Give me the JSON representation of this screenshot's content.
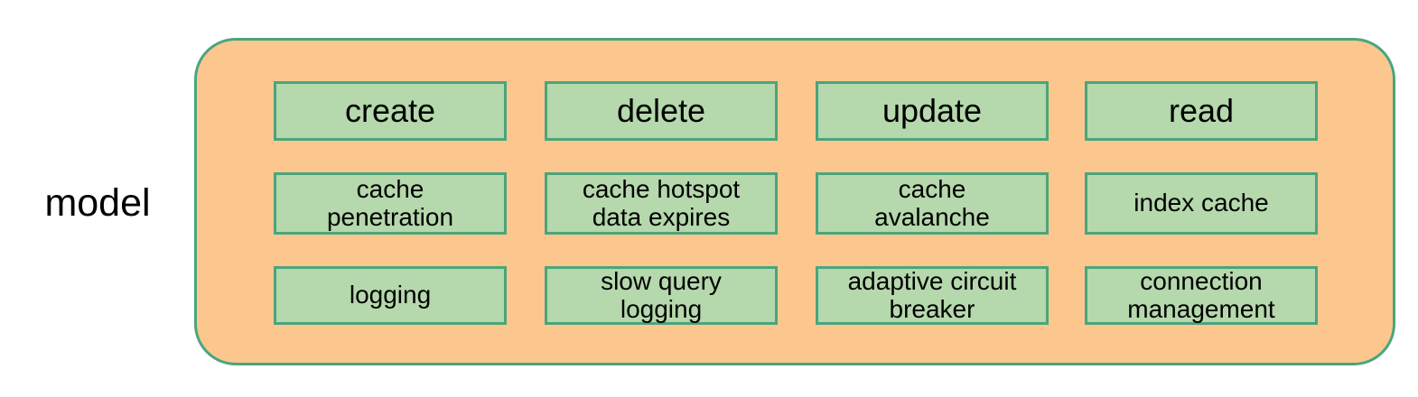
{
  "diagram": {
    "side_label": "model",
    "colors": {
      "container_fill": "#fcc78f",
      "container_border": "#4aa57c",
      "box_fill": "#b5d8ac",
      "box_border": "#4aa57c",
      "text": "#000000",
      "background": "#ffffff"
    },
    "columns": [
      {
        "operation": "create",
        "cache_item": {
          "line1": "cache",
          "line2": "penetration"
        },
        "support_item": {
          "line1": "logging",
          "line2": ""
        }
      },
      {
        "operation": "delete",
        "cache_item": {
          "line1": "cache hotspot",
          "line2": "data expires"
        },
        "support_item": {
          "line1": "slow query",
          "line2": "logging"
        }
      },
      {
        "operation": "update",
        "cache_item": {
          "line1": "cache",
          "line2": "avalanche"
        },
        "support_item": {
          "line1": "adaptive circuit",
          "line2": "breaker"
        }
      },
      {
        "operation": "read",
        "cache_item": {
          "line1": "index cache",
          "line2": ""
        },
        "support_item": {
          "line1": "connection",
          "line2": "management"
        }
      }
    ]
  }
}
